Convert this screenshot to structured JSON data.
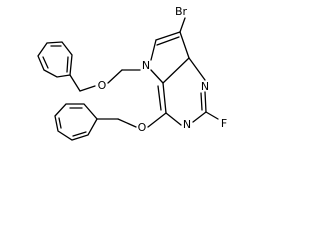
{
  "molecule": {
    "atoms": {
      "br": "Br",
      "n_pyrrole": "N",
      "n_top": "N",
      "n_bottom": "N",
      "f": "F",
      "o_ether": "O",
      "o_aryloxy": "O"
    }
  }
}
